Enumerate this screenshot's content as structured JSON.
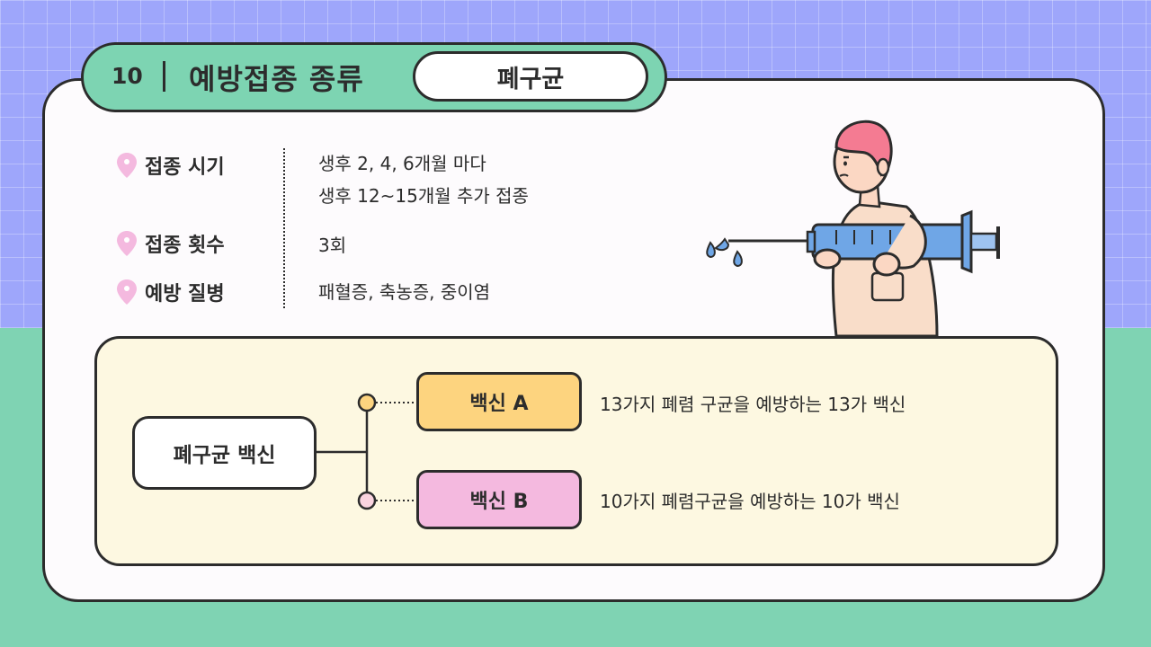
{
  "header": {
    "number": "10",
    "title": "예방접종 종류",
    "badge": "폐구균"
  },
  "info": [
    {
      "label": "접종 시기",
      "lines": [
        "생후 2, 4, 6개월 마다",
        "생후 12~15개월 추가 접종"
      ]
    },
    {
      "label": "접종 횟수",
      "lines": [
        "3회"
      ]
    },
    {
      "label": "예방 질병",
      "lines": [
        "패혈증, 축농증, 중이염"
      ]
    }
  ],
  "vaccines": {
    "root": "폐구균 백신",
    "items": [
      {
        "name": "백신 A",
        "desc": "13가지 폐렴 구균을 예방하는 13가 백신"
      },
      {
        "name": "백신 B",
        "desc": "10가지 폐렴구균을 예방하는 10가 백신"
      }
    ]
  },
  "colors": {
    "bg_top": "#9ea6fb",
    "bg_bottom": "#7fd3b3",
    "header_green": "#7dd4b2",
    "vaccine_a": "#fdd47f",
    "vaccine_b": "#f4b9df",
    "pin_pink": "#f4b9df"
  },
  "icons": [
    "location-pin-icon",
    "doctor-with-syringe-illustration"
  ]
}
